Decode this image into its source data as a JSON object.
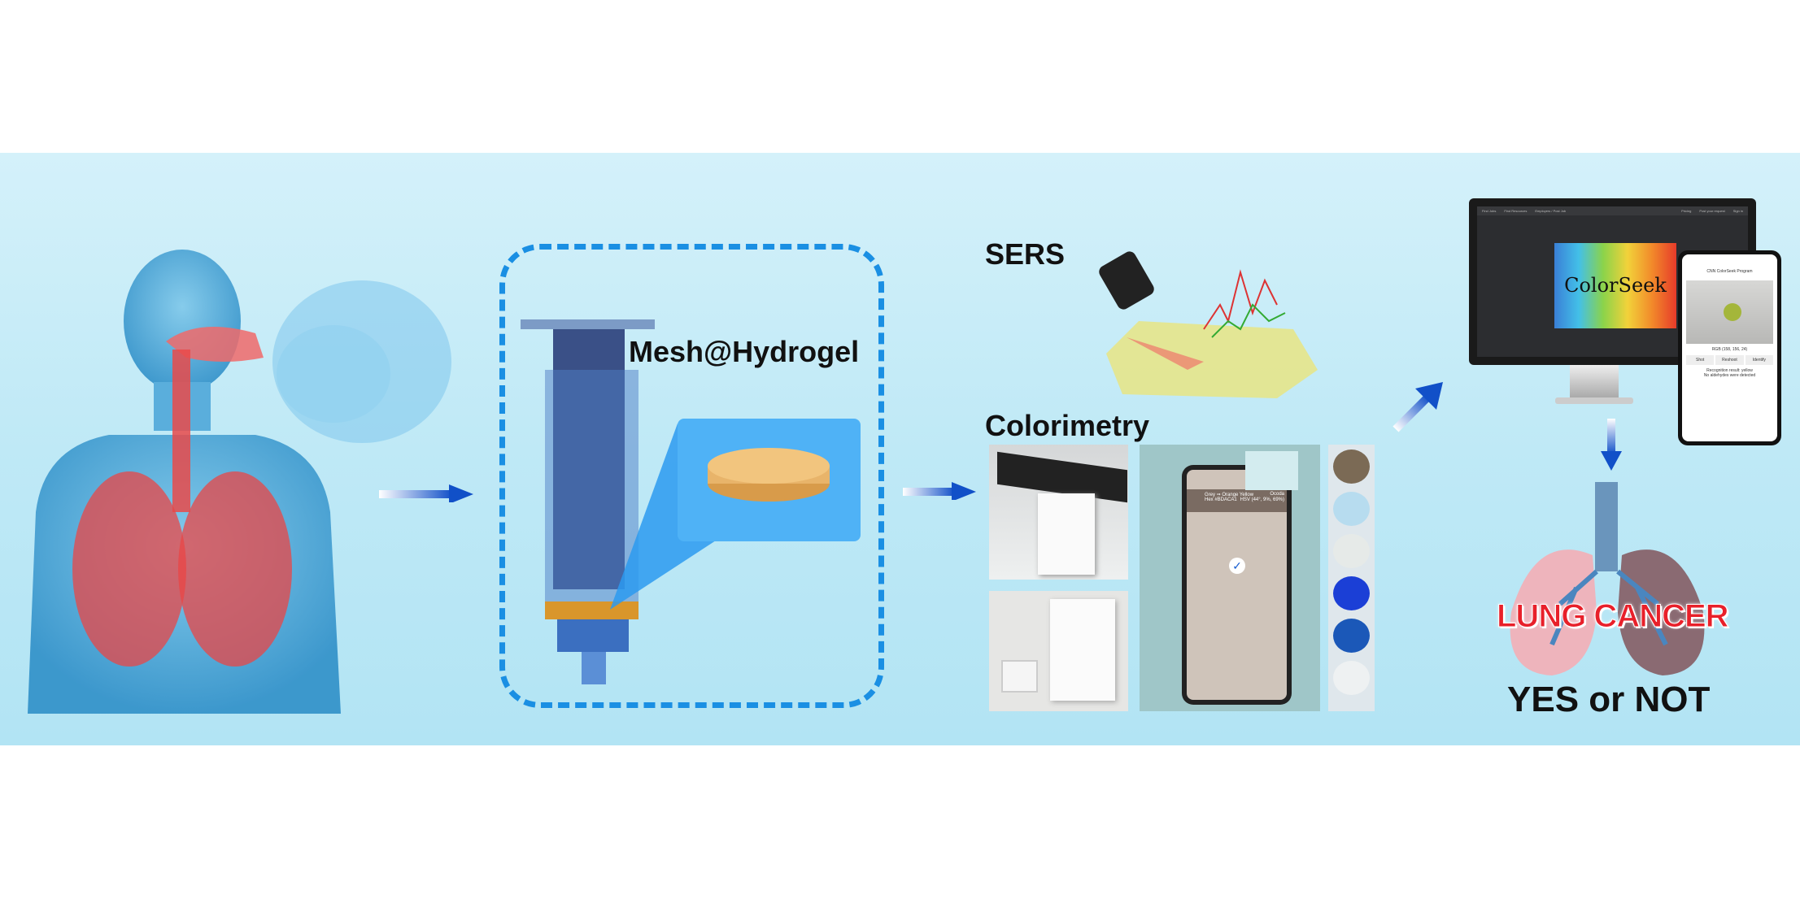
{
  "labels": {
    "mesh_hydrogel": "Mesh@Hydrogel",
    "sers": "SERS",
    "colorimetry": "Colorimetry",
    "diagnosis": "LUNG CANCER",
    "result": "YES or NOT"
  },
  "monitor": {
    "tabs": [
      "Find Jobs",
      "Find Resources",
      "Employers / Post Job",
      "Pricing",
      "Post your request",
      "Sign in"
    ],
    "splash_title": "ColorSeek"
  },
  "mobile_app": {
    "title": "CNN ColorSeek Program",
    "rgb_readout": "RGB (158, 156, 24)",
    "buttons": [
      "Shot",
      "Reshoot",
      "Identify"
    ],
    "result_line1": "Recognition result:  yellow",
    "result_line2": "No aldehydes were detected"
  },
  "phone_photo": {
    "row1_left": "Grey ⇒ Orange Yellow",
    "row1_right": "Ocoda",
    "row2_left": "Hex #BDACA1",
    "row2_right": "HSV (44°, 9%, 69%)"
  },
  "colors": {
    "arrow_blue": "#1150c8",
    "dashed_box": "#1a8fe3",
    "lung_cancer_red": "#e8202a",
    "band_bg": "#c4ebf7"
  }
}
